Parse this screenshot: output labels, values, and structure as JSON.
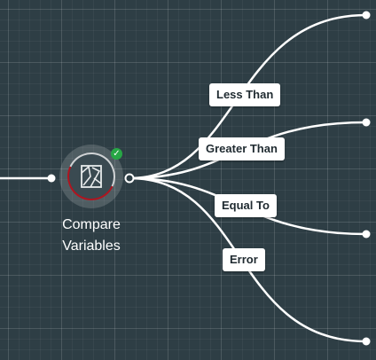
{
  "node": {
    "title_line1": "Compare",
    "title_line2": "Variables",
    "icon": "compare-variables-icon",
    "status_icon": "checkmark-icon",
    "status_color": "#27a745",
    "ring_accent_color": "#b0141f"
  },
  "branches": [
    {
      "label": "Less Than"
    },
    {
      "label": "Greater Than"
    },
    {
      "label": "Equal To"
    },
    {
      "label": "Error"
    }
  ],
  "colors": {
    "canvas_background": "#2e3e45",
    "connector": "#ffffff",
    "label_background": "#ffffff",
    "label_text": "#1f2a30"
  }
}
